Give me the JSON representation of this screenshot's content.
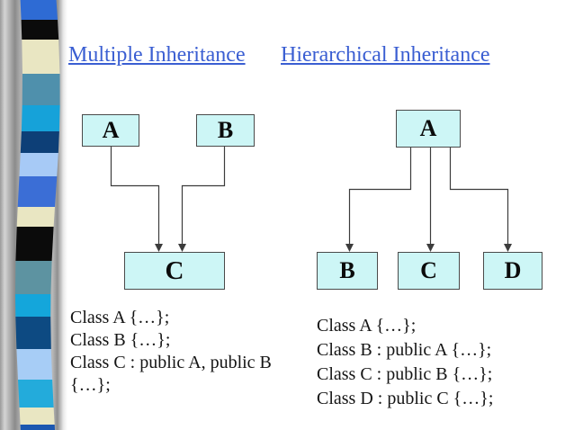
{
  "titles": {
    "left": "Multiple Inheritance",
    "right": "Hierarchical Inheritance"
  },
  "left_diagram": {
    "name": "multiple-inheritance-diagram",
    "boxes": [
      {
        "label": "A"
      },
      {
        "label": "B"
      },
      {
        "label": "C"
      }
    ],
    "code_lines": [
      "Class A {…};",
      "Class B {…};",
      "Class C : public A, public B",
      "{…};"
    ]
  },
  "right_diagram": {
    "name": "hierarchical-inheritance-diagram",
    "boxes": [
      {
        "label": "A"
      },
      {
        "label": "B"
      },
      {
        "label": "C"
      },
      {
        "label": "D"
      }
    ],
    "code_lines": [
      "Class A {…};",
      "Class B : public A {…};",
      "Class C : public B {…};",
      "Class D : public C {…};"
    ]
  },
  "colors": {
    "title": "#3a5ed2",
    "box_fill": "#cdf6f6",
    "box_border": "#4a4a4a",
    "connector": "#3c3c3c",
    "code_text": "#141414"
  },
  "decoration": {
    "strip_segments": [
      {
        "color": "#2e6bd4",
        "height": 22
      },
      {
        "color": "#0b0b0b",
        "height": 22
      },
      {
        "color": "#e9e6c2",
        "height": 38
      },
      {
        "color": "#4f90ac",
        "height": 35
      },
      {
        "color": "#16a2d9",
        "height": 29
      },
      {
        "color": "#0d3f77",
        "height": 24
      },
      {
        "color": "#a7caf6",
        "height": 26
      },
      {
        "color": "#3b6ed6",
        "height": 34
      },
      {
        "color": "#e9e6c2",
        "height": 22
      },
      {
        "color": "#0b0b0b",
        "height": 38
      },
      {
        "color": "#5d93a1",
        "height": 37
      },
      {
        "color": "#14a6db",
        "height": 25
      },
      {
        "color": "#0d4a82",
        "height": 36
      },
      {
        "color": "#a7cdf6",
        "height": 34
      },
      {
        "color": "#23abdb",
        "height": 31
      },
      {
        "color": "#e9e6c2",
        "height": 19
      },
      {
        "color": "#1b57b0",
        "height": 6
      }
    ]
  }
}
